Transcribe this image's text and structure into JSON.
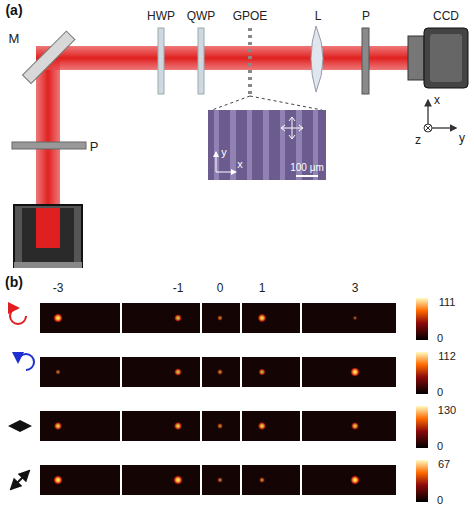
{
  "diagram": {
    "labels": [
      "(a)",
      "M",
      "HWP",
      "QWP",
      "GPOE",
      "L",
      "P",
      "CCD",
      "P",
      "x",
      "y",
      "z",
      "y",
      "x",
      "100 μm",
      "(b)",
      "-3",
      "-1",
      "0",
      "1",
      "3",
      "111",
      "0",
      "112",
      "0",
      "130",
      "0",
      "67",
      "0"
    ]
  }
}
